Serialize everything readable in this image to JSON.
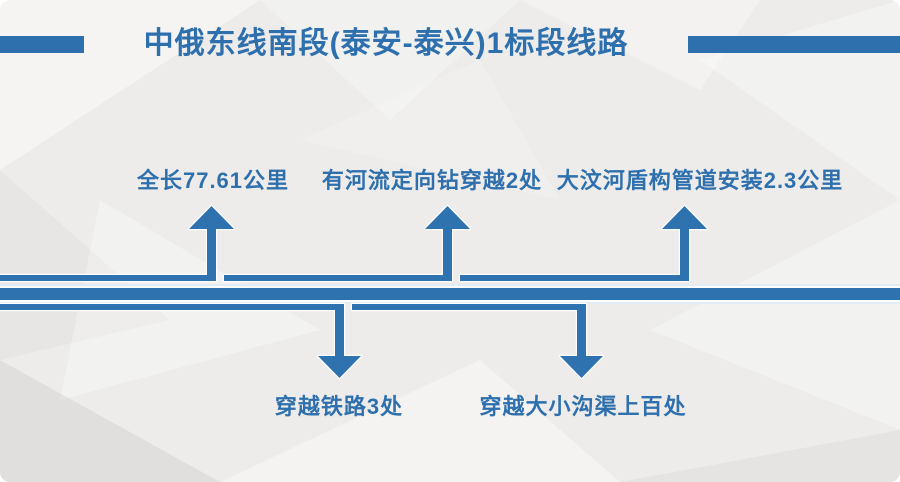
{
  "title": {
    "text": "中俄东线南段(泰安-泰兴)1标段线路"
  },
  "colors": {
    "accent_blue": "#2E6FAD",
    "line_blue": "#2E72B0",
    "background_gray": "#EDECEA",
    "outline_white": "#FDFDFD"
  },
  "route": {
    "top_callouts": [
      {
        "label": "全长77.61公里"
      },
      {
        "label": "有河流定向钻穿越2处"
      },
      {
        "label": "大汶河盾构管道安装2.3公里"
      }
    ],
    "bottom_callouts": [
      {
        "label": "穿越铁路3处"
      },
      {
        "label": "穿越大小沟渠上百处"
      }
    ]
  }
}
